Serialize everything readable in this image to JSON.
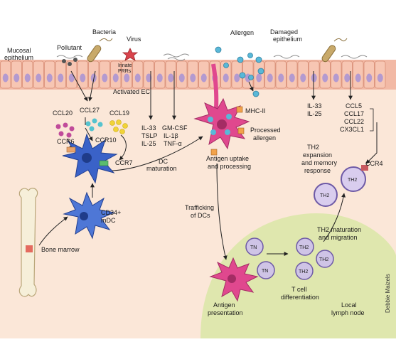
{
  "labels": {
    "mucosal_line1": "Mucosal",
    "mucosal_line2": "epithelium",
    "pollutant": "Pollutant",
    "bacteria": "Bacteria",
    "virus": "Virus",
    "allergen": "Allergen",
    "damaged_line1": "Damaged",
    "damaged_line2": "epithelium",
    "innate_line1": "Innate",
    "innate_line2": "PRRs",
    "activated_ec": "Activated EC",
    "ccl20": "CCL20",
    "ccl27": "CCL27",
    "ccl19": "CCL19",
    "ccr10": "CCR10",
    "ccr6": "CCR6",
    "ccr7": "CCR7",
    "il33_mid": "IL-33",
    "tslp": "TSLP",
    "il25_mid": "IL-25",
    "gmcsf": "GM-CSF",
    "il1b": "IL-1β",
    "tnfa": "TNF-α",
    "dc_maturation_line1": "DC",
    "dc_maturation_line2": "maturation",
    "mhc2": "MHC-II",
    "processed_line1": "Processed",
    "processed_line2": "allergen",
    "antigen_uptake_line1": "Antigen uptake",
    "antigen_uptake_line2": "and processing",
    "il33_right": "IL-33",
    "il25_right": "IL-25",
    "ccl5": "CCL5",
    "ccl17": "CCL17",
    "ccl22": "CCL22",
    "cx3cl1": "CX3CL1",
    "ccr4": "CCR4",
    "th2_exp_line1": "TH2",
    "th2_exp_line2": "expansion",
    "th2_exp_line3": "and memory",
    "th2_exp_line4": "response",
    "cd34_line1": "CD34+",
    "cd34_line2": "mDC",
    "bone_marrow": "Bone marrow",
    "trafficking_line1": "Trafficking",
    "trafficking_line2": "of DCs",
    "th2_mat_line1": "TH2 maturation",
    "th2_mat_line2": "and migration",
    "antigen_pres_line1": "Antigen",
    "antigen_pres_line2": "presentation",
    "tcell_line1": "T cell",
    "tcell_line2": "differentiation",
    "lymph_line1": "Local",
    "lymph_line2": "lymph node",
    "credit": "Debbie Maizels",
    "tn": "TN",
    "th2": "TH2"
  },
  "colors": {
    "epithelium": "#f2b9a5",
    "cell_nucleus": "#b39ad0",
    "dc_blue": "#3a62c8",
    "dc_pink": "#e0488e",
    "th2_purple": "#9b84c6",
    "lymph_node": "#dfe7ae",
    "chemokine_pink": "#c04b9a",
    "chemokine_teal": "#56c3cf",
    "chemokine_yellow": "#f1d338",
    "allergen_blue": "#59b8d8"
  },
  "icons": [
    "virus-icon",
    "bacteria-icon",
    "pollutant-icon",
    "bone-icon",
    "arrow-icon"
  ]
}
